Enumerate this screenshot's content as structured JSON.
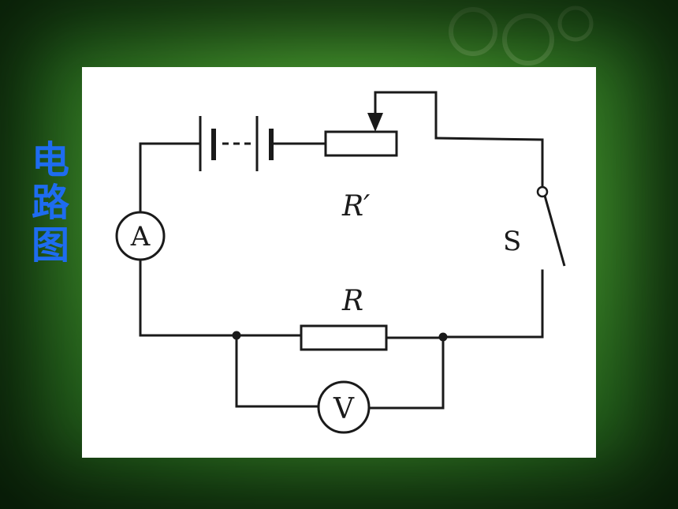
{
  "slide": {
    "side_title": [
      "电",
      "路",
      "图"
    ],
    "colors": {
      "background": "#3f8a2a",
      "title_text": "#1e6cf0",
      "panel": "#ffffff",
      "ink": "#1a1a1a"
    }
  },
  "diagram": {
    "labels": {
      "rheostat": "R′",
      "resistor": "R",
      "switch": "S",
      "ammeter": "A",
      "voltmeter": "V"
    }
  }
}
